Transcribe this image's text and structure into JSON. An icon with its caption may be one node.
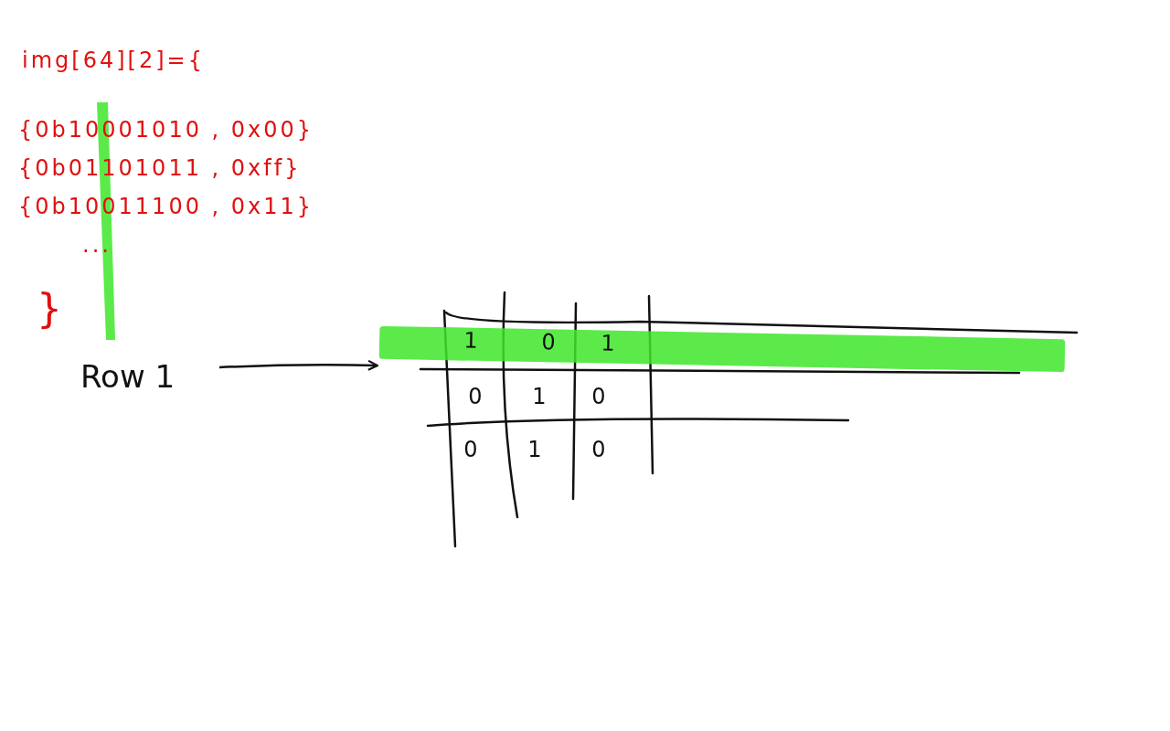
{
  "diagram": {
    "nodes": [
      {
        "text": [
          "Row 1"
        ]
      },
      {
        "text": [
          "1",
          "0",
          "1"
        ]
      }
    ],
    "edges": [
      {
        "from": 0,
        "to": 1,
        "arrow": "to"
      }
    ],
    "labels": [
      "img[64][2]={",
      "{0b10001010 , 0x00}",
      "{0b01101011 , 0xff}",
      "{0b10011100 , 0x11}",
      "...",
      "}",
      "0",
      "1",
      "0",
      "0",
      "1",
      "0"
    ]
  }
}
